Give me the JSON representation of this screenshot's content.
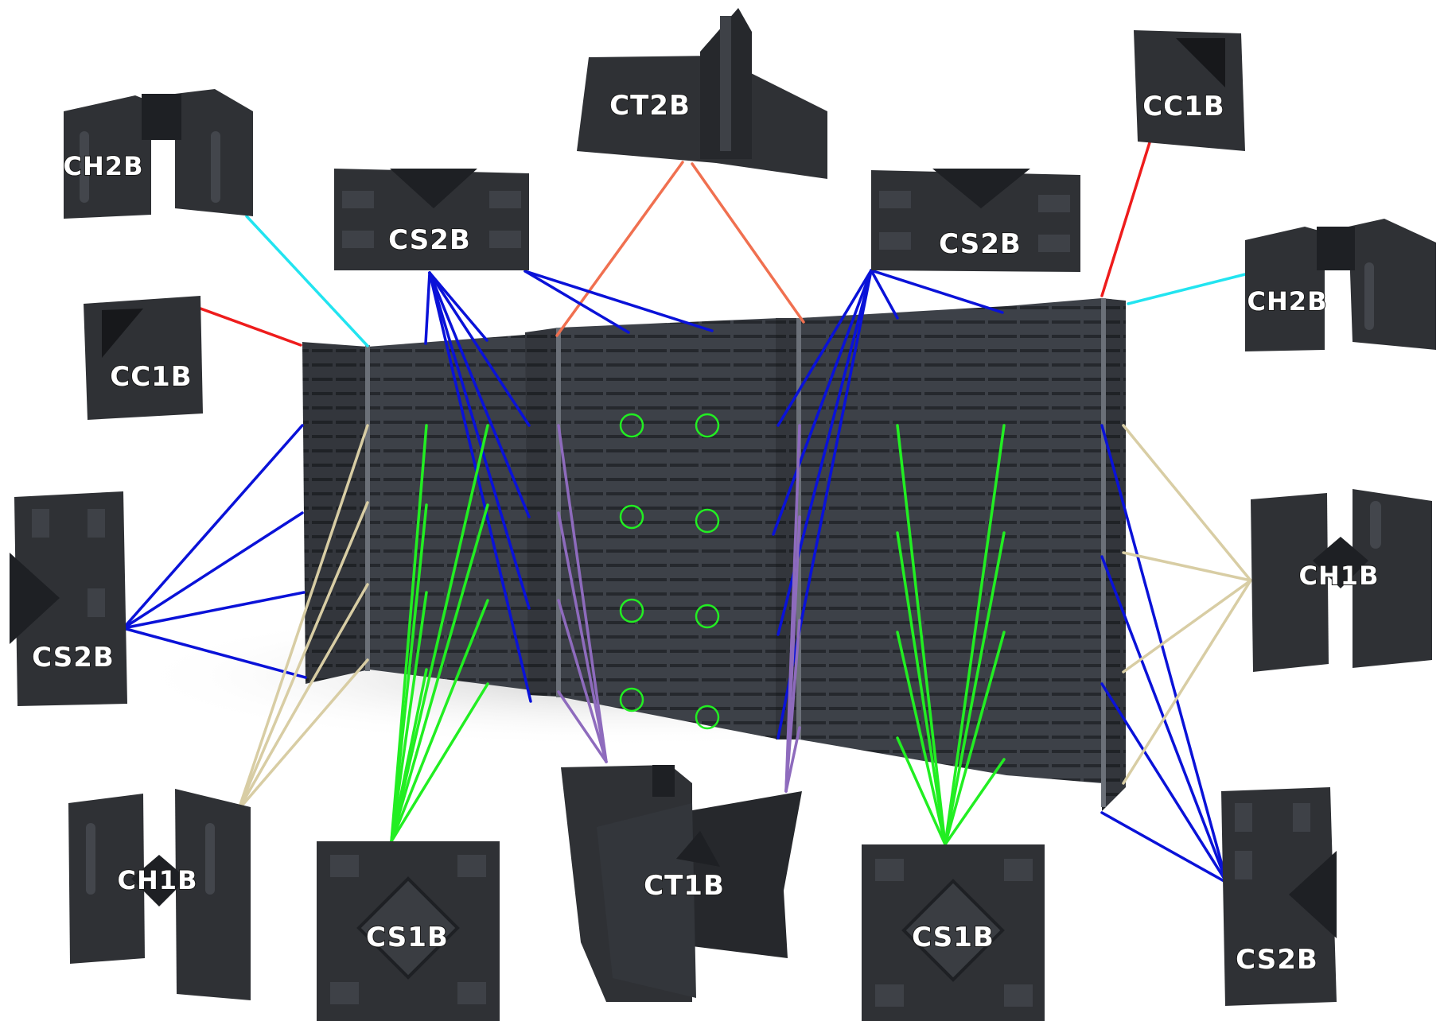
{
  "parts": {
    "ch2b_top_left": "CH2B",
    "cs2b_top_left": "CS2B",
    "ct2b_top": "CT2B",
    "cs2b_top_right": "CS2B",
    "cc1b_top_right": "CC1B",
    "cc1b_left": "CC1B",
    "ch2b_right": "CH2B",
    "cs2b_left": "CS2B",
    "ch1b_right": "CH1B",
    "ch1b_bottom_left": "CH1B",
    "cs1b_bottom_left": "CS1B",
    "ct1b_bottom": "CT1B",
    "cs1b_bottom_right": "CS1B",
    "cs2b_bottom_right": "CS2B"
  },
  "colors": {
    "straight_connector": "#0a12d8",
    "hinge_connector": "#d8cda4",
    "cross_connector": "#22ee22",
    "tee_connector": "#8e6bbd",
    "tee_top_connector": "#f07050",
    "corner_connector": "#ee1c1c",
    "hinge_top_connector": "#22e4f0",
    "marker_circle": "#22ee22",
    "panel": "#3c4047",
    "part": "#2f3135"
  }
}
